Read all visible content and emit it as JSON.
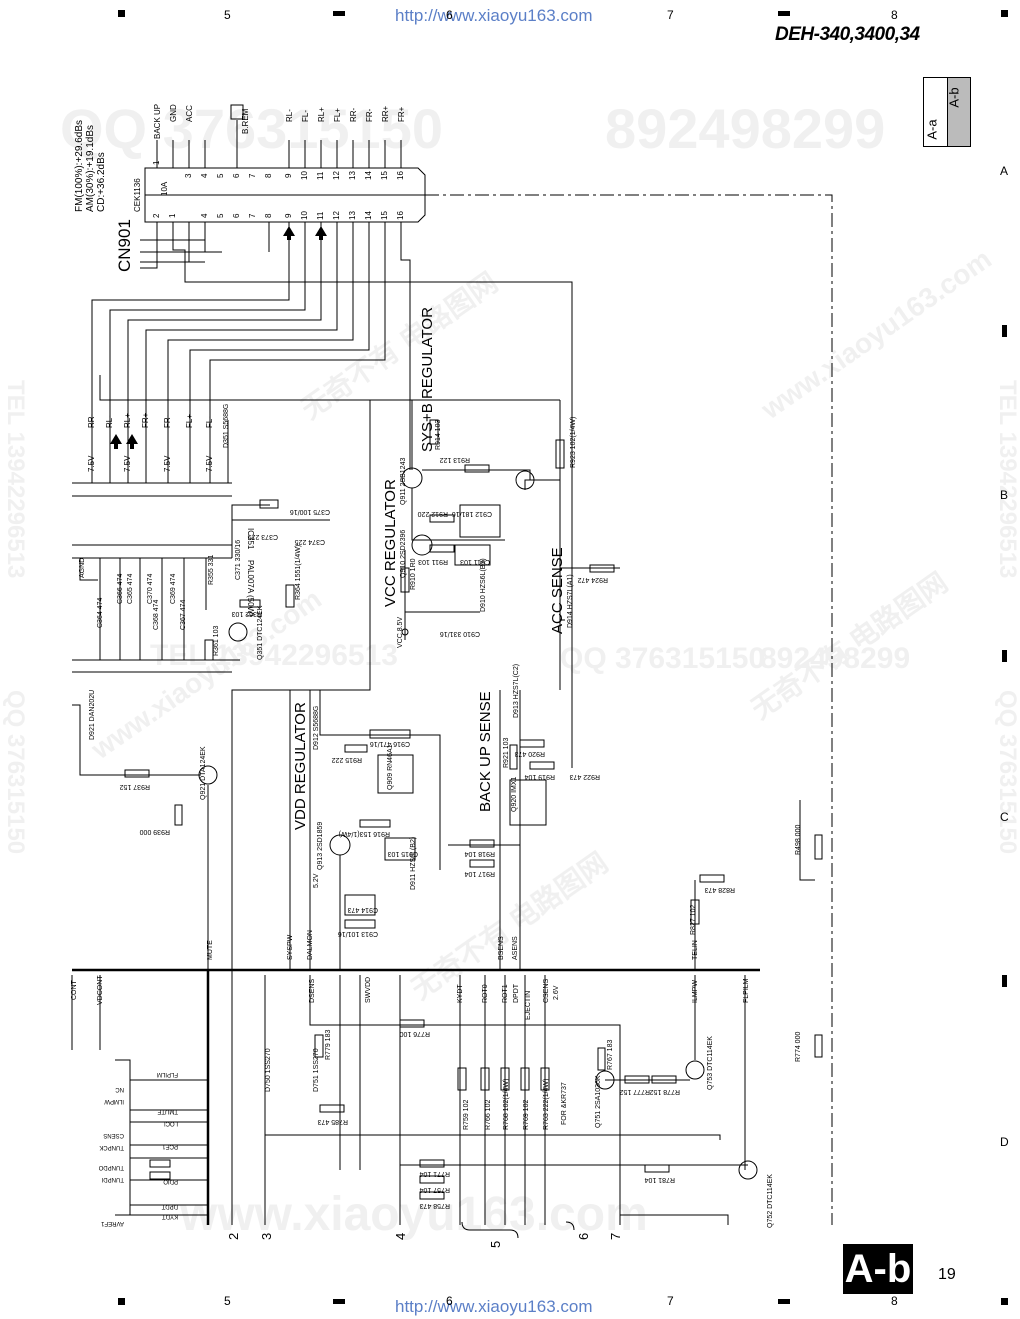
{
  "header": {
    "url_top": "http://www.xiaoyu163.com",
    "url_bottom": "http://www.xiaoyu163.com",
    "model_title": "DEH-340,3400,34",
    "column_numbers": [
      "5",
      "6",
      "7",
      "8"
    ],
    "row_letters": [
      "A",
      "B",
      "C",
      "D"
    ]
  },
  "section_tab": {
    "top": "A-b",
    "bottom": "A-a"
  },
  "footer": {
    "badge": "A-b",
    "page_number": "19"
  },
  "watermarks": [
    "QQ 376315150",
    "892498299",
    "TEL 13942296513",
    "无奇不有 电路图网",
    "www.xiaoyu163.com"
  ],
  "connector": {
    "ref": "CN901",
    "part": "CEK1136",
    "fuse": "10A",
    "levels": [
      "FM(100%):+29.6dBs",
      "AM(30%):+19.1dBs",
      "CD:+36.2dBs"
    ],
    "pin_names": [
      "BACK UP",
      "GND",
      "ACC",
      "",
      "B.REM",
      "",
      "",
      "RL-",
      "FL-",
      "RL+",
      "FL+",
      "RR-",
      "FR-",
      "RR+",
      "FR+"
    ],
    "pins_top": [
      "1",
      "3",
      "4",
      "5",
      "6",
      "7",
      "8",
      "9",
      "10",
      "11",
      "12",
      "13",
      "14",
      "15",
      "16"
    ],
    "pins_bottom": [
      "2",
      "1",
      "4",
      "5",
      "6",
      "7",
      "8",
      "9",
      "10",
      "11",
      "12",
      "13",
      "14",
      "15",
      "16"
    ]
  },
  "blocks": {
    "sys_b": "SYS+B REGULATOR",
    "vcc": "VCC REGULATOR",
    "acc_sense": "ACC SENSE",
    "vdd": "VDD REGULATOR",
    "backup_sense": "BACK UP SENSE"
  },
  "amp": {
    "ref": "IC351",
    "part": "PAL007A (50W)",
    "outputs": [
      "RR-",
      "RL-",
      "RL+",
      "FR+",
      "FR-",
      "FL+",
      "FL-"
    ],
    "voltage": "7.5V"
  },
  "parts": [
    "Q911 2SB1243",
    "Q910 2SD2396",
    "Q913 2SD1859",
    "Q909 RN46A1",
    "Q920 IMX1",
    "Q921 DTA124EK",
    "Q351 DTC124EK",
    "Q751 2SA1036K",
    "Q752 DTC114EK",
    "Q753 DTC114EK",
    "D351 S5688G",
    "D910 HZS6L(B3)",
    "D911 HZS6L(B2)",
    "D912 S5688G",
    "D913 HZS7L(C2)",
    "D914 HZS7L(A1)",
    "D921 DAN202U",
    "D750 1SS270",
    "D751 1SS270"
  ],
  "resistors": [
    "R914 103",
    "R913 122",
    "R912 220",
    "R911 103",
    "R910 1R0",
    "R923 102(1/4W)",
    "R924 472",
    "R920 473",
    "R921 103",
    "R919 104",
    "R922 473",
    "R918 104",
    "R917 104",
    "R916 153(1/4W)",
    "R915 222",
    "R937 152",
    "R939 000",
    "R498 000",
    "R828 473",
    "R827 102",
    "R774 000",
    "R776 100",
    "R779 183",
    "R785 473",
    "R759 102",
    "R768 102(1/4W)",
    "R769 102",
    "R766 102",
    "R763 222(1/4W)",
    "R767 183",
    "R777 152",
    "R778 152",
    "R771 104",
    "R757 104",
    "R758 473",
    "R781 104",
    "R355 331",
    "R364 1551(1/4W)",
    "R362 103",
    "R361 103"
  ],
  "capacitors": [
    "C910 331/16",
    "C911 103",
    "C912 181/16",
    "C913 101/16",
    "C914 473",
    "C915 103",
    "C916 471/16",
    "C371 330/16",
    "C373 225",
    "C374 225",
    "C375 100/16",
    "C364 474",
    "C365 474",
    "C366 474",
    "C368 474",
    "C369 474",
    "C370 474",
    "C367 474"
  ],
  "signals_bus": [
    "MUTE",
    "SYSPW",
    "DALMON",
    "DSENS",
    "SWVDD",
    "KYDT",
    "ROT0",
    "ROT1",
    "DPDT",
    "EJECTIN",
    "CSENS",
    "BSENS",
    "ASENS",
    "TELIN",
    "ILMPW",
    "FLPILM",
    "CONT",
    "VDCONT"
  ],
  "signals_misc": [
    "VCC 8.5V",
    "5.2V",
    "2.6V",
    "FOR &KR737",
    "AGND",
    "GND"
  ],
  "ic_left_pins": [
    "FLPILM",
    "NC",
    "ILMPW",
    "TMUTE",
    "LOCL",
    "CSENS",
    "PCE1",
    "TUNPCK",
    "TUNPDO",
    "TUNPDI",
    "PDIO",
    "DPDT",
    "KYDT",
    "AVREF1"
  ],
  "sheet_links": [
    "2",
    "3",
    "4",
    "5",
    "6",
    "7"
  ]
}
